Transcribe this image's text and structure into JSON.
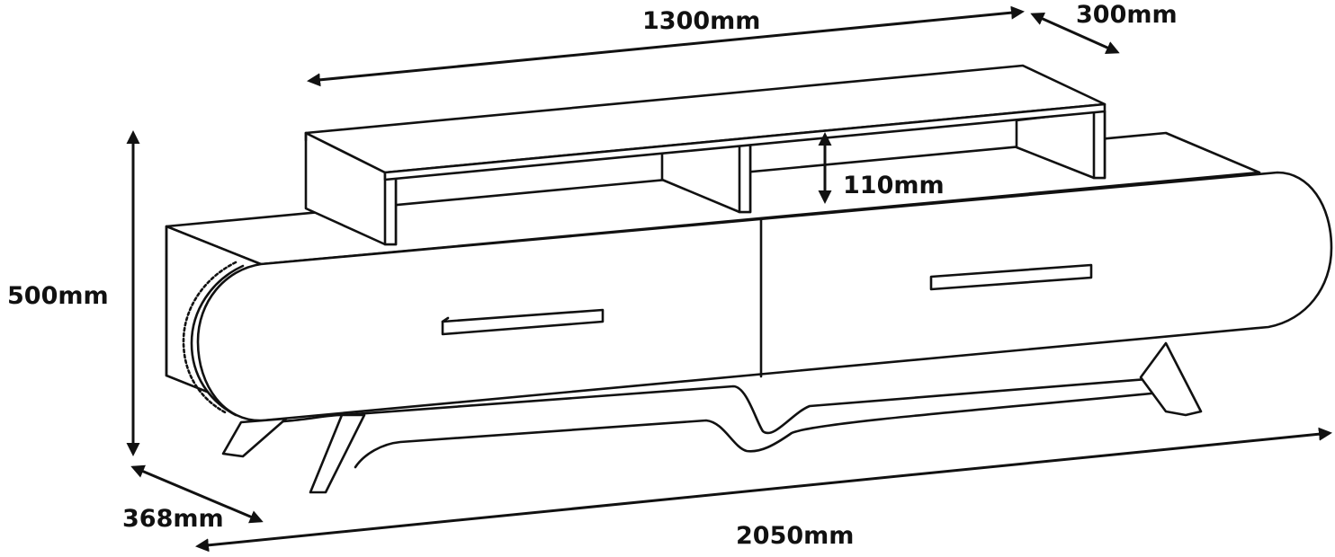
{
  "dimensions": {
    "shelf_width": "1300mm",
    "shelf_depth": "300mm",
    "shelf_clearance": "110mm",
    "total_height": "500mm",
    "total_depth": "368mm",
    "total_width": "2050mm"
  },
  "colors": {
    "line": "#111111",
    "background": "#ffffff"
  }
}
